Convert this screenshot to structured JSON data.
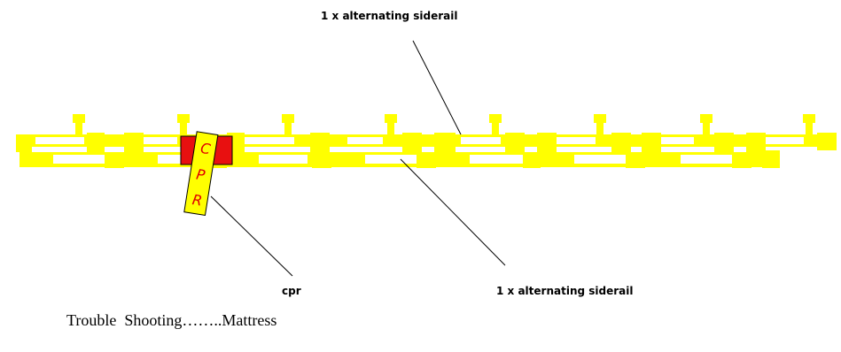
{
  "labels": {
    "top_siderail": "1 x alternating siderail",
    "bottom_siderail": "1 x alternating siderail",
    "cpr_pointer": "cpr"
  },
  "cpr_tag": {
    "letters": [
      "C",
      "P",
      "R"
    ]
  },
  "caption": "Trouble  Shooting……..Mattress",
  "colors": {
    "cell_fill": "#ffff00",
    "cell_outline": "#ffffff",
    "cpr_block": "#e81010",
    "cpr_block_outline": "#000000",
    "leader_line": "#000000"
  }
}
